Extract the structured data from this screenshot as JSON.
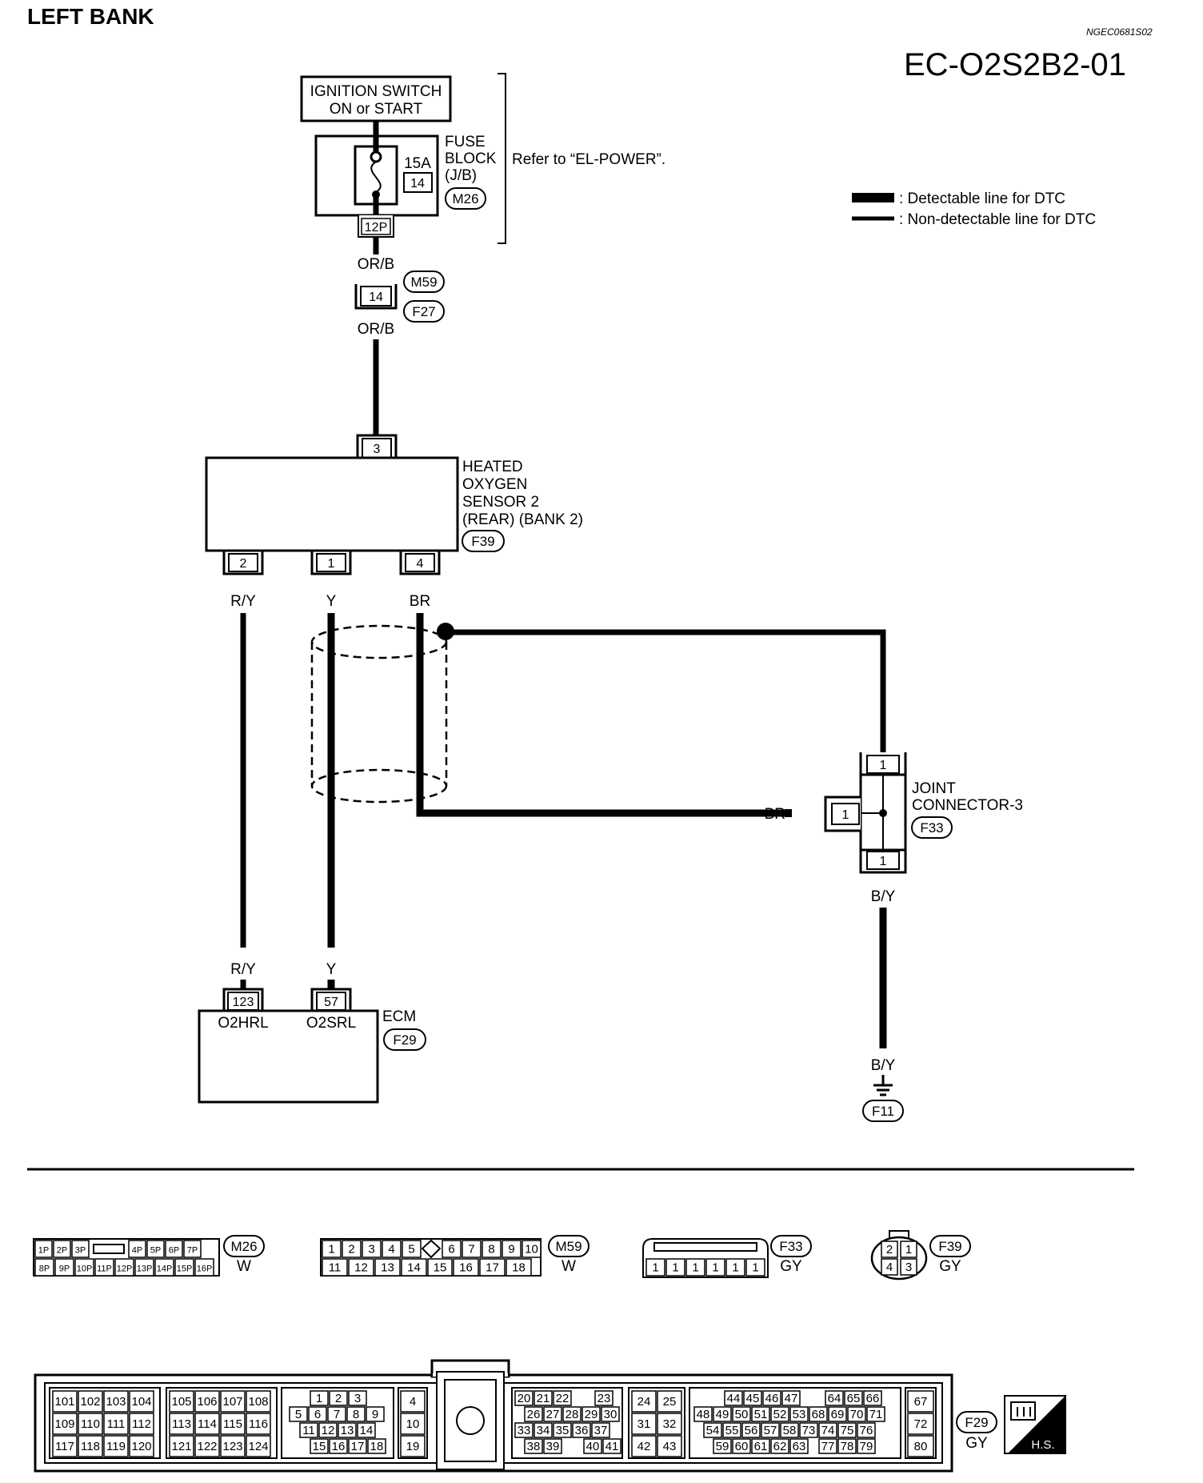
{
  "header": {
    "title": "LEFT BANK",
    "ref_code": "NGEC0681S02",
    "diagram_code": "EC-O2S2B2-01"
  },
  "legend": {
    "detectable": ": Detectable line for DTC",
    "non_detectable": ": Non-detectable line for DTC"
  },
  "power": {
    "ignition_line1": "IGNITION SWITCH",
    "ignition_line2": "ON or START",
    "fuse_line1": "FUSE",
    "fuse_line2": "BLOCK",
    "fuse_line3": "(J/B)",
    "fuse_amp": "15A",
    "fuse_num": "14",
    "fuse_connector": "M26",
    "fuse_pin": "12P",
    "refer": "Refer to “EL-POWER”."
  },
  "harness": {
    "wire_top": "OR/B",
    "pin": "14",
    "conn_a": "M59",
    "conn_b": "F27",
    "wire_bottom": "OR/B"
  },
  "sensor": {
    "line1": "HEATED",
    "line2": "OXYGEN",
    "line3": "SENSOR 2",
    "line4": "(REAR) (BANK 2)",
    "connector": "F39",
    "pin_top": "3",
    "pins_bottom": [
      "2",
      "1",
      "4"
    ],
    "wires": [
      "R/Y",
      "Y",
      "BR"
    ]
  },
  "joint": {
    "line1": "JOINT",
    "line2": "CONNECTOR-3",
    "connector": "F33",
    "pin_top": "1",
    "pin_left": "1",
    "pin_bottom": "1",
    "wire_left": "BR",
    "wire_down": "B/Y",
    "wire_ground": "B/Y",
    "ground_connector": "F11"
  },
  "ecm": {
    "name": "ECM",
    "connector": "F29",
    "pin1": "123",
    "pin2": "57",
    "term1": "O2HRL",
    "term2": "O2SRL",
    "wire1": "R/Y",
    "wire2": "Y"
  },
  "connector_views": {
    "m26": {
      "id": "M26",
      "color": "W",
      "row1": [
        "1P",
        "2P",
        "3P",
        "",
        "4P",
        "5P",
        "6P",
        "7P"
      ],
      "row2": [
        "8P",
        "9P",
        "10P",
        "11P",
        "12P",
        "13P",
        "14P",
        "15P",
        "16P"
      ]
    },
    "m59": {
      "id": "M59",
      "color": "W",
      "row1": [
        "1",
        "2",
        "3",
        "4",
        "5",
        "",
        "6",
        "7",
        "8",
        "9",
        "10"
      ],
      "row2": [
        "11",
        "12",
        "13",
        "14",
        "15",
        "16",
        "17",
        "18"
      ]
    },
    "f33": {
      "id": "F33",
      "color": "GY",
      "row": [
        "1",
        "1",
        "1",
        "1",
        "1",
        "1"
      ]
    },
    "f39": {
      "id": "F39",
      "color": "GY",
      "pins": [
        "2",
        "1",
        "4",
        "3"
      ]
    },
    "f29": {
      "id": "F29",
      "color": "GY",
      "hs": "H.S.",
      "g1": [
        [
          "101",
          "102",
          "103",
          "104"
        ],
        [
          "109",
          "110",
          "111",
          "112"
        ],
        [
          "117",
          "118",
          "119",
          "120"
        ]
      ],
      "g2": [
        [
          "105",
          "106",
          "107",
          "108"
        ],
        [
          "113",
          "114",
          "115",
          "116"
        ],
        [
          "121",
          "122",
          "123",
          "124"
        ]
      ],
      "g3": [
        [
          "1",
          "2",
          "3"
        ],
        [
          "5",
          "6",
          "7",
          "8",
          "9"
        ],
        [
          "11",
          "12",
          "13",
          "14"
        ],
        [
          "15",
          "16",
          "17",
          "18"
        ]
      ],
      "g4": [
        "4",
        "10",
        "19"
      ],
      "g5": [
        [
          "20",
          "21",
          "22",
          "23"
        ],
        [
          "26",
          "27",
          "28",
          "29",
          "30"
        ],
        [
          "33",
          "34",
          "35",
          "36",
          "37"
        ],
        [
          "38",
          "39",
          "40",
          "41"
        ]
      ],
      "g6": [
        [
          "24",
          "25"
        ],
        [
          "31",
          "32"
        ],
        [
          "42",
          "43"
        ]
      ],
      "g7": [
        [
          "44",
          "45",
          "46",
          "47",
          "64",
          "65",
          "66"
        ],
        [
          "48",
          "49",
          "50",
          "51",
          "52",
          "53",
          "68",
          "69",
          "70",
          "71"
        ],
        [
          "54",
          "55",
          "56",
          "57",
          "58",
          "73",
          "74",
          "75",
          "76"
        ],
        [
          "59",
          "60",
          "61",
          "62",
          "63",
          "77",
          "78",
          "79"
        ]
      ],
      "g8": [
        "67",
        "72",
        "80"
      ]
    }
  }
}
